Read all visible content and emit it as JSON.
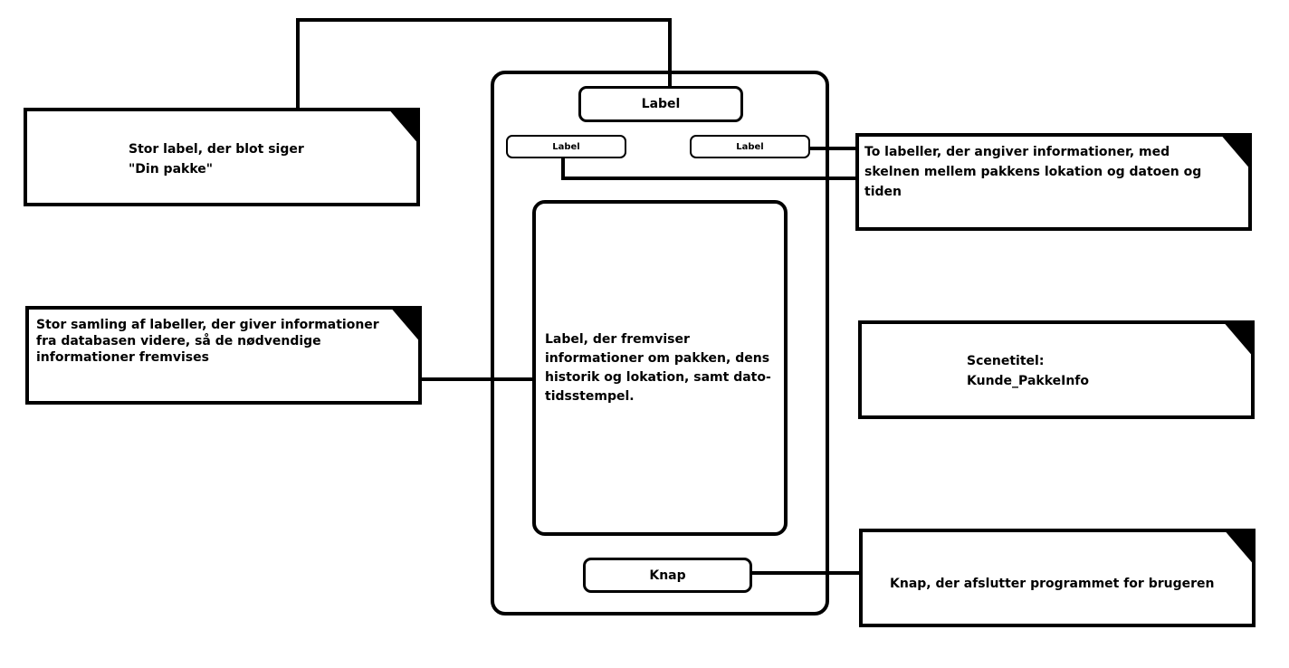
{
  "mockup": {
    "header_label": "Label",
    "left_label": "Label",
    "right_label": "Label",
    "content_label": "Label, der fremviser informationer om pakken, dens historik og lokation, samt dato-tidsstempel.",
    "button_label": "Knap"
  },
  "notes": {
    "header_note_line1": "Stor label, der blot siger",
    "header_note_line2": "\"Din pakke\"",
    "info_labels_note": "To labeller, der angiver informationer, med skelnen mellem pakkens lokation og datoen og tiden",
    "collection_note": "Stor samling af labeller, der giver informationer fra databasen videre, så de nødvendige informationer fremvises",
    "scene_title_line1": "Scenetitel:",
    "scene_title_line2": "Kunde_PakkeInfo",
    "button_note": "Knap, der afslutter programmet for brugeren"
  },
  "colors": {
    "line": "#000000",
    "background": "#ffffff"
  }
}
